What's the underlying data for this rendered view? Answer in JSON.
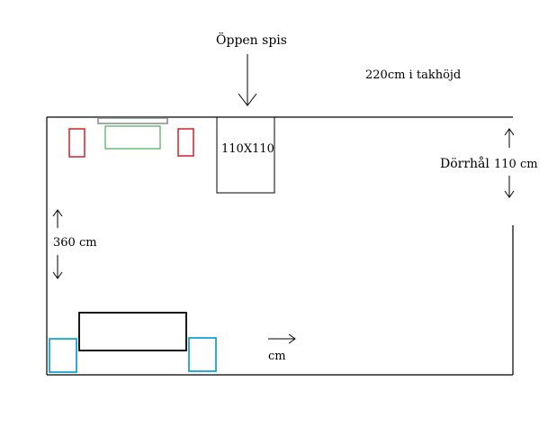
{
  "labels": {
    "fireplace": "Öppen spis",
    "ceiling_height": "220cm i takhöjd",
    "fireplace_size": "110X110",
    "doorway": "Dörrhål",
    "doorway_width": "110 cm",
    "room_depth": "360 cm",
    "partial_unit": "cm"
  },
  "colors": {
    "wall": "#000000",
    "armchair_top": "#d0202a",
    "table_top": "#2a9a3a",
    "tv_bench": "#8a8a8a",
    "armchair_bottom": "#1aa3d6"
  },
  "icons": [
    "arrow-down-icon",
    "arrow-up-icon",
    "arrow-right-icon"
  ]
}
